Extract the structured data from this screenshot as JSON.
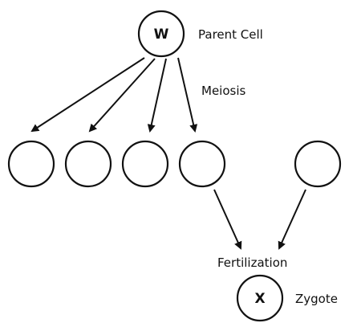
{
  "diagram": {
    "parent_letter": "W",
    "parent_label": "Parent Cell",
    "meiosis_label": "Meiosis",
    "fertilization_label": "Fertilization",
    "zygote_letter": "X",
    "zygote_label": "Zygote"
  },
  "colors": {
    "line": "#111111",
    "background": "#ffffff"
  }
}
